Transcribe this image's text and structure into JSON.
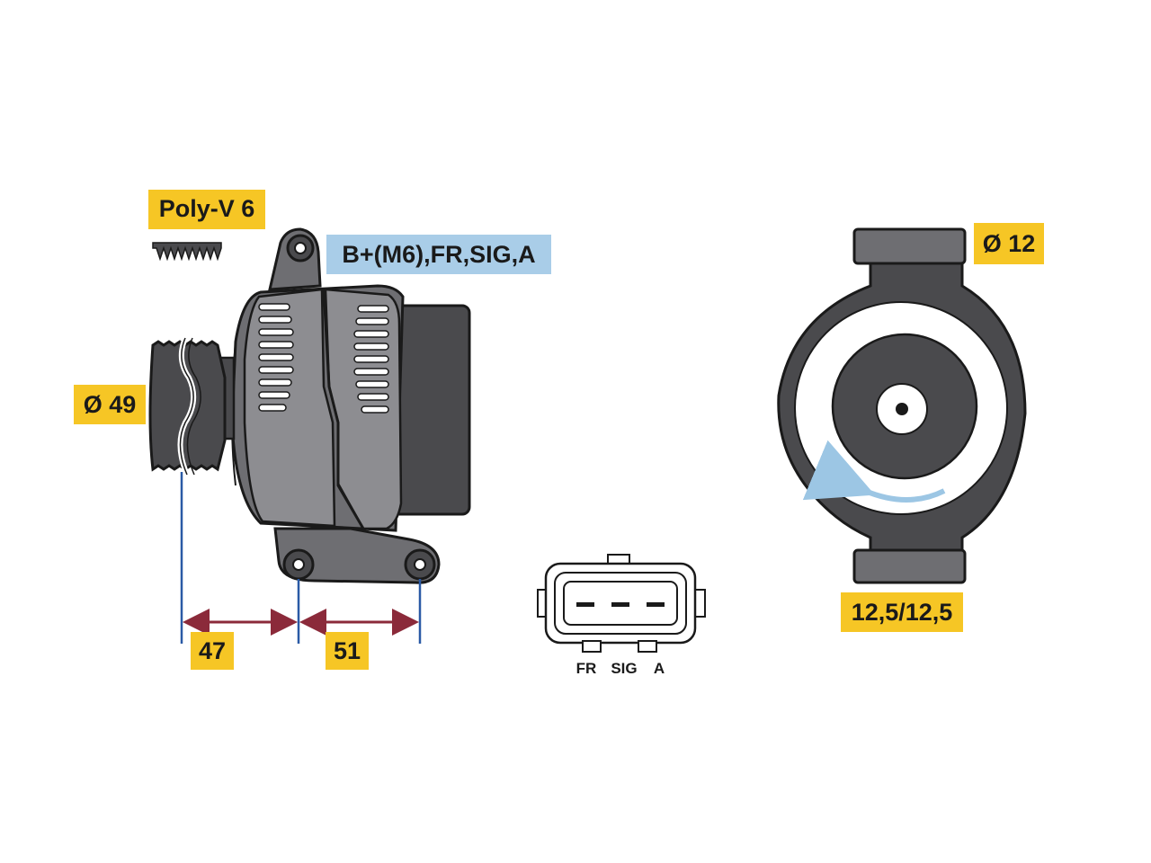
{
  "labels": {
    "belt": "Poly-V 6",
    "terminals": "B+(M6),FR,SIG,A",
    "pulley_diameter": "Ø 49",
    "dim_left": "47",
    "dim_right": "51",
    "mount_diameter": "Ø 12",
    "mount_widths": "12,5/12,5"
  },
  "connector_pins": [
    "FR",
    "SIG",
    "A"
  ],
  "colors": {
    "label_bg": "#f6c625",
    "terminal_bg": "#a9cde8",
    "body_dark": "#4a4a4d",
    "body_mid": "#6e6e72",
    "body_light": "#8d8d91",
    "dimension_line": "#2a5aa6",
    "dimension_arrow": "#8b2a3a",
    "rotation_arrow": "#9cc6e4"
  },
  "icons": {
    "belt_profile": "poly-v-belt-icon",
    "rotation": "rotation-arrow-icon"
  }
}
